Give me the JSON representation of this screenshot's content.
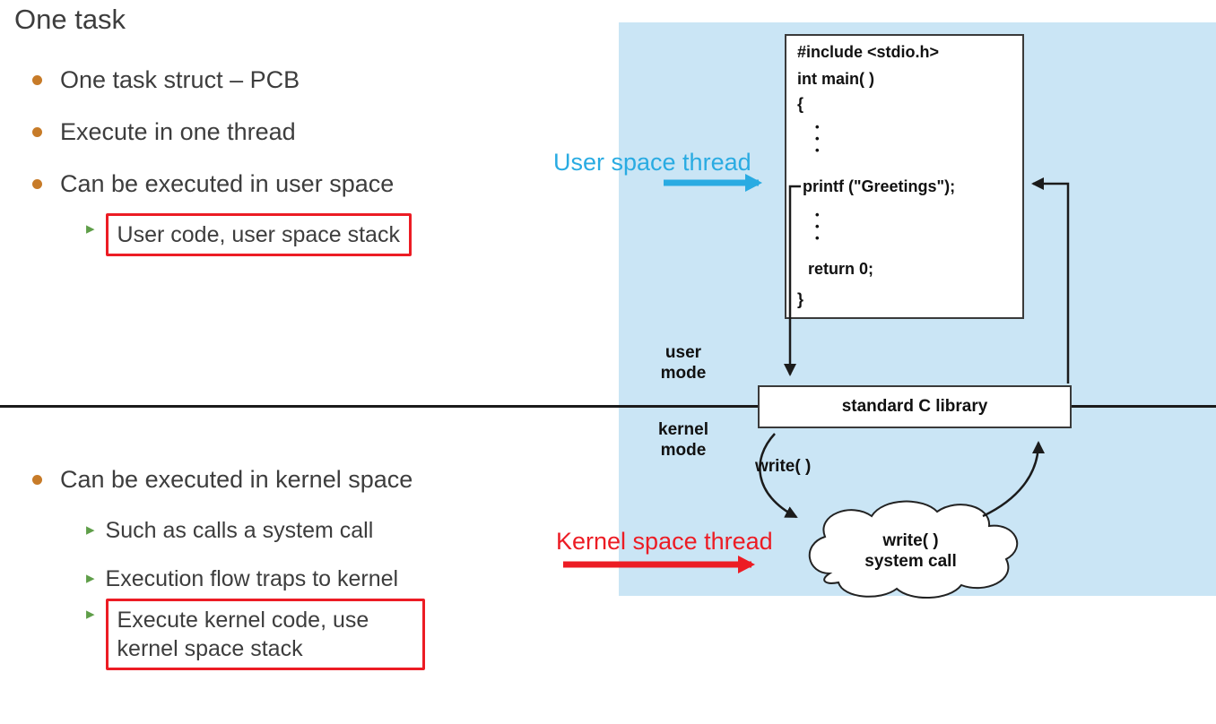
{
  "slide": {
    "title": "One task",
    "bullets": [
      "One task struct – PCB",
      "Execute in one thread",
      "Can be executed in user space"
    ],
    "user_sub": "User code, user space stack",
    "kernel_bullet": "Can be executed in kernel space",
    "kernel_subs": [
      "Such as calls a system call",
      "Execution flow traps to kernel",
      "Execute kernel code, use kernel space stack"
    ]
  },
  "annotations": {
    "user_thread": "User space thread",
    "kernel_thread": "Kernel space thread"
  },
  "diagram": {
    "code": {
      "include": "#include <stdio.h>",
      "main": "int main( )",
      "open_brace": "{",
      "dot": "•",
      "printf": "printf (\"Greetings\");",
      "return_stmt": "return 0;",
      "close_brace": "}"
    },
    "modes": {
      "user_1": "user",
      "user_2": "mode",
      "kernel_1": "kernel",
      "kernel_2": "mode"
    },
    "library": "standard C library",
    "write_label": "write( )",
    "cloud": {
      "line1": "write( )",
      "line2": "system call"
    }
  },
  "icons": {
    "sub_arrow": "▸"
  },
  "colors": {
    "panel_bg": "#cae5f5",
    "bullet_orange": "#c77b28",
    "sub_arrow_green": "#5f9e49",
    "highlight_red": "#ec1c24",
    "user_thread_cyan": "#29abe2",
    "kernel_thread_red": "#ec1c24",
    "line_black": "#1b1b1b"
  }
}
